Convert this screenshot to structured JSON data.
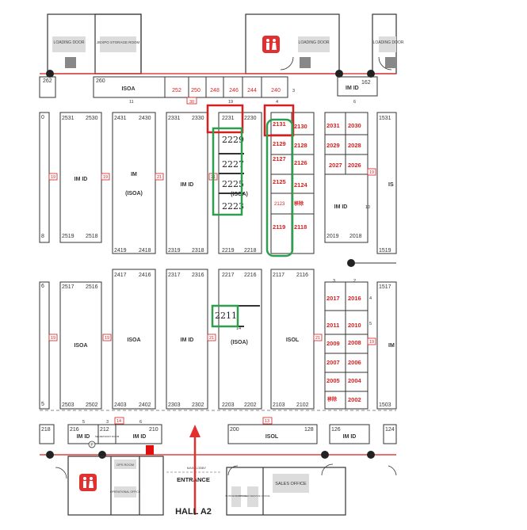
{
  "colors": {
    "line": "#333333",
    "red": "#d81f1f",
    "green": "#2e9e4f",
    "room": "#dcdcdc",
    "arrow": "#e23030"
  },
  "top_rooms": {
    "loading_left": "LOADING DOOR",
    "storage": "JIEXPO STORAGE ROOM",
    "loading_mid": "LOADING DOOR",
    "loading_right": "LOADING DOOR",
    "toilet_icon": "toilet-sign-icon",
    "fire_icon": "fire-extinguisher-icon"
  },
  "north_row": {
    "b262": "262",
    "b260": "260",
    "isoa": "ISOA",
    "n11": "11",
    "n30": "30",
    "n19": "19",
    "n4": "4",
    "n6": "6",
    "b252": "252",
    "b250": "250",
    "b248": "248",
    "b246": "246",
    "b244": "244",
    "b240": "240",
    "b3": "3",
    "imid": "IM ID",
    "b162": "162"
  },
  "block1": {
    "b2531": "2531",
    "b2530": "2530",
    "b2519": "2519",
    "b2518": "2518",
    "label": "IM ID",
    "marker": "19",
    "b2431": "2431",
    "b2430": "2430",
    "b2419": "2419",
    "b2418": "2418",
    "label2a": "IM",
    "label2b": "(ISOA)",
    "marker2": "19",
    "b2331": "2331",
    "b2330": "2330",
    "b2319": "2319",
    "b2318": "2318",
    "label3": "IM ID",
    "marker3": "21",
    "b2231": "2231",
    "b2230": "2230",
    "b2219": "2219",
    "b2218": "2218",
    "label4": "(ISOA)",
    "marker4": "21",
    "b2229": "2229",
    "b2227": "2227",
    "b2225": "2225",
    "b2223": "2223",
    "b2131": "2131",
    "b2130": "2130",
    "b2129": "2129",
    "b2128": "2128",
    "b2127": "2127",
    "b2126": "2126",
    "b2125": "2125",
    "b2124": "2124",
    "b2123": "2123",
    "b2122": "移除",
    "b2119": "2119",
    "b2118": "2118",
    "b2031": "2031",
    "b2030": "2030",
    "b2029": "2029",
    "b2028": "2028",
    "b2027": "2027",
    "b2026": "2026",
    "label6": "IM ID",
    "b2019": "2019",
    "b2018": "2018",
    "marker6": "19",
    "n10": "10",
    "b1531": "1531",
    "b1519": "1519",
    "label7": "IS"
  },
  "block2": {
    "b2517": "2517",
    "b2516": "2516",
    "b2503": "2503",
    "b2502": "2502",
    "label": "ISOA",
    "marker": "19",
    "b2417": "2417",
    "b2416": "2416",
    "b2403": "2403",
    "b2402": "2402",
    "label2": "ISOA",
    "marker2": "19",
    "b2317": "2317",
    "b2316": "2316",
    "b2303": "2303",
    "b2302": "2302",
    "label3": "IM ID",
    "marker3": "21",
    "b2217": "2217",
    "b2216": "2216",
    "b2203": "2203",
    "b2202": "2202",
    "label4": "(ISOA)",
    "b2211": "2211",
    "n14": "14",
    "b2117": "2117",
    "b2116": "2116",
    "b2103": "2103",
    "b2102": "2102",
    "label5": "ISOL",
    "marker5": "21",
    "b2017": "2017",
    "b2016": "2016",
    "b2011": "2011",
    "b2010": "2010",
    "b2009": "2009",
    "b2008": "2008",
    "b2007": "2007",
    "b2006": "2006",
    "b2005": "2005",
    "b2004": "2004",
    "b2003": "移除",
    "b2002": "2002",
    "marker6": "19",
    "b1517": "1517",
    "b1503": "1503",
    "label7": "IM",
    "n3": "3",
    "n2": "2",
    "n4": "4",
    "n5": "5"
  },
  "south_row": {
    "b218": "218",
    "b216": "216",
    "imid1": "IM ID",
    "b212": "212",
    "b210": "210",
    "imid2": "IM ID",
    "n14": "14",
    "n3": "3",
    "n6": "6",
    "n5": "5",
    "b200": "200",
    "isol": "ISOL",
    "b128": "128",
    "n13": "13",
    "b126": "126",
    "imid3": "IM ID",
    "b124": "124",
    "tiny212": "SEKRETARIAT ROOM"
  },
  "bottom": {
    "gps": "GPS ROOM",
    "operational": "OPERATIONAL OFFICE",
    "entrance_top": "MAIN LOBBY",
    "entrance": "ENTRANCE",
    "hall": "HALL A2",
    "sales": "SALES OFFICE",
    "p": "P",
    "s1": "BUSINESS OFFICE",
    "s2": "CUSTOMER SERVICE OFFICE"
  }
}
